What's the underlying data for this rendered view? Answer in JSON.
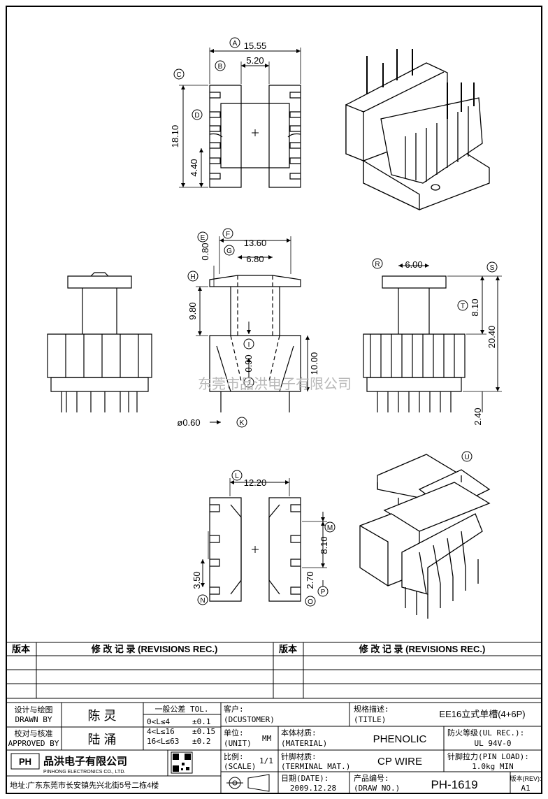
{
  "drawing": {
    "top_view": {
      "dims": [
        "15.55",
        "5.20",
        "18.10",
        "4.40"
      ],
      "markers": [
        "A",
        "B",
        "C",
        "D"
      ]
    },
    "front_view": {
      "dims": [
        "13.60",
        "6.80",
        "0.80",
        "9.80",
        "0.90",
        "10.00",
        "ø0.60"
      ],
      "markers": [
        "E",
        "F",
        "G",
        "H",
        "I",
        "J",
        "K"
      ]
    },
    "side_view": {
      "dims": [
        "6.00",
        "8.10",
        "20.40",
        "2.40"
      ],
      "markers": [
        "R",
        "S",
        "T"
      ]
    },
    "bottom_view": {
      "dims": [
        "12.20",
        "8.10",
        "3.50",
        "2.70"
      ],
      "markers": [
        "L",
        "M",
        "N",
        "O",
        "P"
      ]
    },
    "iso_marker": "U",
    "watermark": "东莞市品洪电子有限公司"
  },
  "revisions": {
    "col1": "版本",
    "col2": "修 改 记 录 (REVISIONS REC.)",
    "col3": "版本",
    "col4": "修 改 记 录 (REVISIONS REC.)"
  },
  "title_block": {
    "design_label_cn": "设计与绘图",
    "design_label_en": "DRAWN BY",
    "designer": "陈 灵",
    "approve_label_cn": "校对与核准",
    "approve_label_en": "APPROVED BY",
    "approver": "陆 涌",
    "tol_title": "一般公差 TOL.",
    "tol_rows": [
      [
        "0<L≤4",
        "±0.1"
      ],
      [
        "4<L≤16",
        "±0.15"
      ],
      [
        "16<L≤63",
        "±0.2"
      ]
    ],
    "customer_label_cn": "客户:",
    "customer_label_en": "(DCUSTOMER)",
    "title_label_cn": "规格描述:",
    "title_label_en": "(TITLE)",
    "title_value": "EE16立式单槽(4+6P)",
    "unit_label_cn": "单位:",
    "unit_label_en": "(UNIT)",
    "unit_value": "MM",
    "material_label_cn": "本体材质:",
    "material_label_en": "(MATERIAL)",
    "material_value": "PHENOLIC",
    "ul_label": "防火等级(UL REC.):",
    "ul_value": "UL 94V-0",
    "scale_label_cn": "比例:",
    "scale_label_en": "(SCALE)",
    "scale_value": "1/1",
    "terminal_label_cn": "针脚材质:",
    "terminal_label_en": "(TERMINAL MAT.)",
    "terminal_value": "CP WIRE",
    "pinload_label": "针脚拉力(PIN LOAD):",
    "pinload_value": "1.0kg MIN",
    "date_label_cn": "日期(DATE):",
    "date_value": "2009.12.28",
    "drawno_label_cn": "产品编号:",
    "drawno_label_en": "(DRAW NO.)",
    "drawno_value": "PH-1619",
    "rev_label": "版本(REV):",
    "rev_value": "A1",
    "company_cn": "品洪电子有限公司",
    "company_en": "PINHONG ELECTRONICS CO., LTD.",
    "logo_text": "PH",
    "address": "地址:广东东莞市长安镇先兴北街5号二栋4楼"
  }
}
